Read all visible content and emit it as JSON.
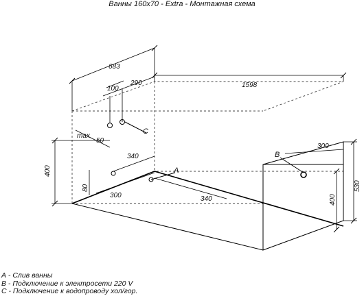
{
  "title": "Ванны 160х70 - Extra - Монтажная схема",
  "dimensions": {
    "d683": "683",
    "d1598": "1598",
    "d290": "290",
    "d100": "100",
    "dmax": "max",
    "d50": "50",
    "d340a": "340",
    "d300a": "300",
    "d340b": "340",
    "d80": "80",
    "d400a": "400",
    "d300b": "300",
    "d400b": "400",
    "d530": "530"
  },
  "markers": {
    "a": "A",
    "b": "B",
    "c": "C"
  },
  "legend": [
    "А - Слив ванны",
    "В - Подключение к электросети 220 V",
    "С - Подключение к водопроводу хол/гор."
  ]
}
